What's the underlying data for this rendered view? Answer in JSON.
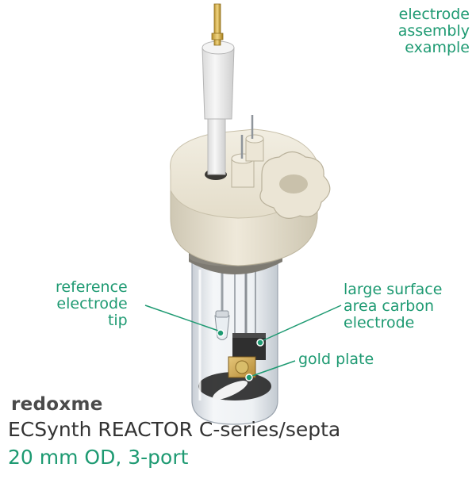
{
  "corner_note": {
    "lines": [
      "electrode",
      "assembly",
      "example"
    ]
  },
  "callouts": {
    "reference_tip": [
      "reference",
      "electrode",
      "tip"
    ],
    "carbon_electrode": [
      "large surface",
      "area carbon",
      "electrode"
    ],
    "gold_plate": "gold plate"
  },
  "branding": {
    "logo_text": "redoxme"
  },
  "product": {
    "title": "ECSynth REACTOR C-series/septa",
    "subtitle": "20 mm OD, 3-port"
  },
  "colors": {
    "accent": "#1e9a72",
    "cap": "#e8e2d2",
    "glass": "#d8dde2",
    "dark_text": "#333333"
  }
}
